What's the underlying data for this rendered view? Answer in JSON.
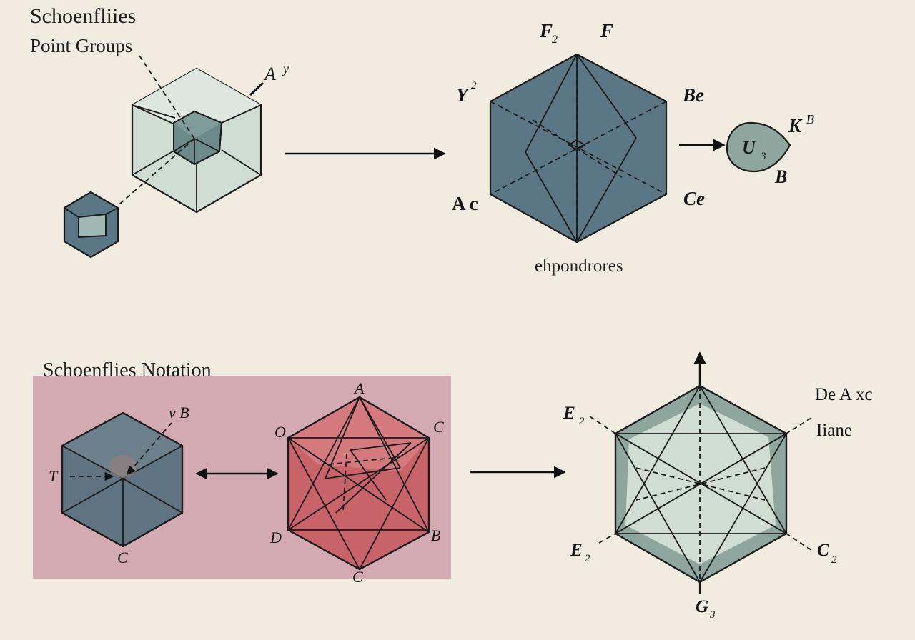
{
  "colors": {
    "background": "#f1ecdf",
    "pink_panel": "#d3aab2",
    "slate_fill": "#5b7785",
    "slate_dark": "#5f7480",
    "light_teal": "#cfddd3",
    "mid_teal": "#8ea69e",
    "red_fill": "#c8636a"
  },
  "top_left": {
    "title_line1": "Schoenfliies",
    "title_line2": "Point Groups",
    "label_av_main": "A",
    "label_av_sup": "y"
  },
  "top_right": {
    "label_f2": "F",
    "label_f2_sub": "2",
    "label_f": "F",
    "label_y2": "Y",
    "label_y2_sup": "2",
    "label_be": "Be",
    "label_ac": "A c",
    "label_ce": "Ce",
    "caption": "ehpondrores",
    "blob_label": "U",
    "blob_label_sub": "3",
    "label_kb": "K",
    "label_kb_sup": "B",
    "label_b": "B"
  },
  "bottom_left": {
    "panel_title": "Schoenflies Notation",
    "cube_label_vb": "v B",
    "cube_label_t": "T",
    "cube_label_c": "C",
    "poly_label_a": "A",
    "poly_label_o": "O",
    "poly_label_c_right": "C",
    "poly_label_d": "D",
    "poly_label_b": "B",
    "poly_label_c_bottom": "C"
  },
  "bottom_right": {
    "label_deaxc": "De A xc",
    "label_iiane": "Iiane",
    "label_e2_top": "E",
    "label_e2_top_sub": "2",
    "label_e2_bottom": "E",
    "label_e2_bottom_sub": "2",
    "label_c2": "C",
    "label_c2_sub": "2",
    "label_g3": "G",
    "label_g3_sub": "3"
  }
}
